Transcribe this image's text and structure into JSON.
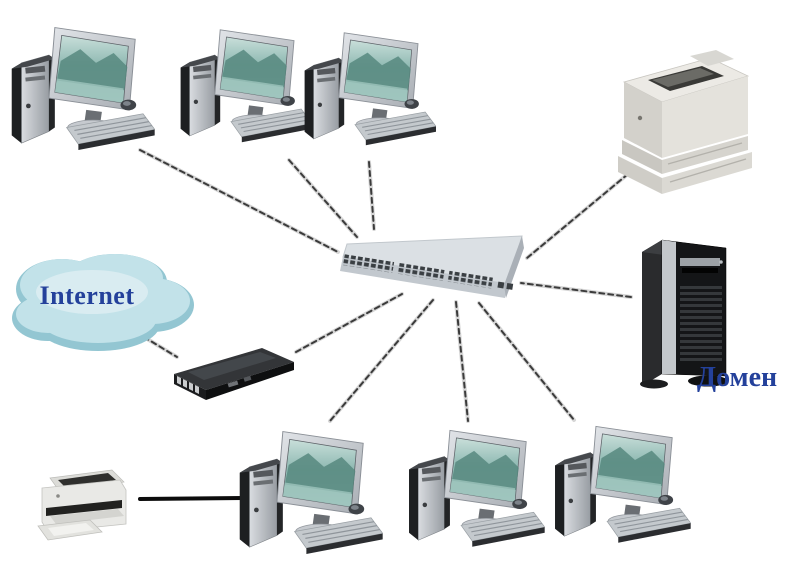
{
  "diagram": {
    "type": "local-network-topology",
    "labels": {
      "internet": "Internet",
      "domain": "Домен"
    },
    "colors": {
      "background": "#ffffff",
      "label_text": "#24419b",
      "cloud_fill": "#b7dce5",
      "cable_dark": "#3b3b3b",
      "cable_light": "#d6d6d6",
      "cable_solid": "#0c0c0c",
      "switch_top": "#dbe0e4",
      "server_body": "#141517",
      "screen_teal": "#8db8b1"
    },
    "nodes": [
      {
        "id": "workstation-1",
        "type": "workstation"
      },
      {
        "id": "workstation-2",
        "type": "workstation"
      },
      {
        "id": "workstation-3",
        "type": "workstation"
      },
      {
        "id": "network-printer",
        "type": "laser-printer"
      },
      {
        "id": "domain-server",
        "type": "tower-server",
        "label": "Домен"
      },
      {
        "id": "switch",
        "type": "ethernet-switch"
      },
      {
        "id": "internet",
        "type": "cloud",
        "label": "Internet"
      },
      {
        "id": "modem",
        "type": "modem"
      },
      {
        "id": "local-printer",
        "type": "desktop-printer"
      },
      {
        "id": "workstation-4",
        "type": "workstation"
      },
      {
        "id": "workstation-5",
        "type": "workstation"
      },
      {
        "id": "workstation-6",
        "type": "workstation"
      }
    ],
    "edges": [
      {
        "from": "workstation-1",
        "to": "switch",
        "style": "twisted",
        "points": [
          140,
          150,
          338,
          252
        ]
      },
      {
        "from": "workstation-2",
        "to": "switch",
        "style": "twisted",
        "points": [
          289,
          160,
          357,
          237
        ]
      },
      {
        "from": "workstation-3",
        "to": "switch",
        "style": "twisted",
        "points": [
          369,
          162,
          374,
          229
        ]
      },
      {
        "from": "network-printer",
        "to": "switch",
        "style": "twisted",
        "points": [
          628,
          174,
          527,
          258
        ]
      },
      {
        "from": "domain-server",
        "to": "switch",
        "style": "twisted",
        "points": [
          631,
          297,
          521,
          283
        ]
      },
      {
        "from": "modem",
        "to": "switch",
        "style": "twisted",
        "points": [
          296,
          352,
          402,
          294
        ]
      },
      {
        "from": "switch",
        "to": "workstation-4",
        "style": "twisted",
        "points": [
          433,
          300,
          330,
          421
        ]
      },
      {
        "from": "switch",
        "to": "workstation-5",
        "style": "twisted",
        "points": [
          456,
          302,
          468,
          421
        ]
      },
      {
        "from": "switch",
        "to": "workstation-6",
        "style": "twisted",
        "points": [
          479,
          303,
          574,
          420
        ]
      },
      {
        "from": "internet",
        "to": "modem",
        "style": "twisted",
        "points": [
          144,
          337,
          177,
          357
        ]
      },
      {
        "from": "local-printer",
        "to": "workstation-4",
        "style": "solid",
        "points": [
          140,
          499,
          243,
          498
        ]
      }
    ]
  }
}
